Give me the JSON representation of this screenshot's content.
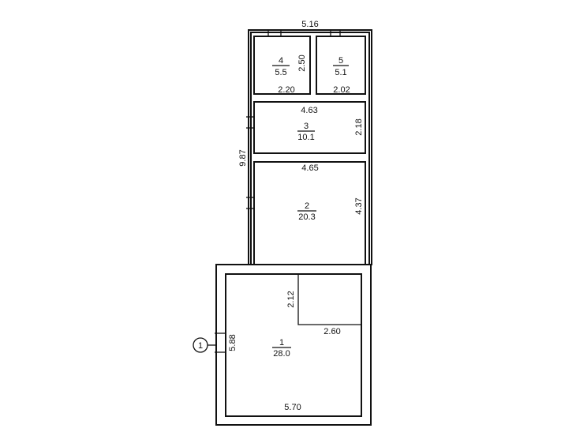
{
  "plan": {
    "rooms": [
      {
        "number": "1",
        "area": "28.0"
      },
      {
        "number": "2",
        "area": "20.3"
      },
      {
        "number": "3",
        "area": "10.1"
      },
      {
        "number": "4",
        "area": "5.5"
      },
      {
        "number": "5",
        "area": "5.1"
      }
    ],
    "dimensions": {
      "top_width": "5.16",
      "room4_height": "2.50",
      "room4_width": "2.20",
      "room5_width": "2.02",
      "room3_width": "4.63",
      "room3_height": "2.18",
      "total_length": "9.87",
      "room2_width": "4.65",
      "room2_height": "4.37",
      "room1_inner_height": "2.12",
      "room1_inner_width": "2.60",
      "room1_height": "5.88",
      "room1_width": "5.70"
    },
    "entrance_marker": "1"
  }
}
